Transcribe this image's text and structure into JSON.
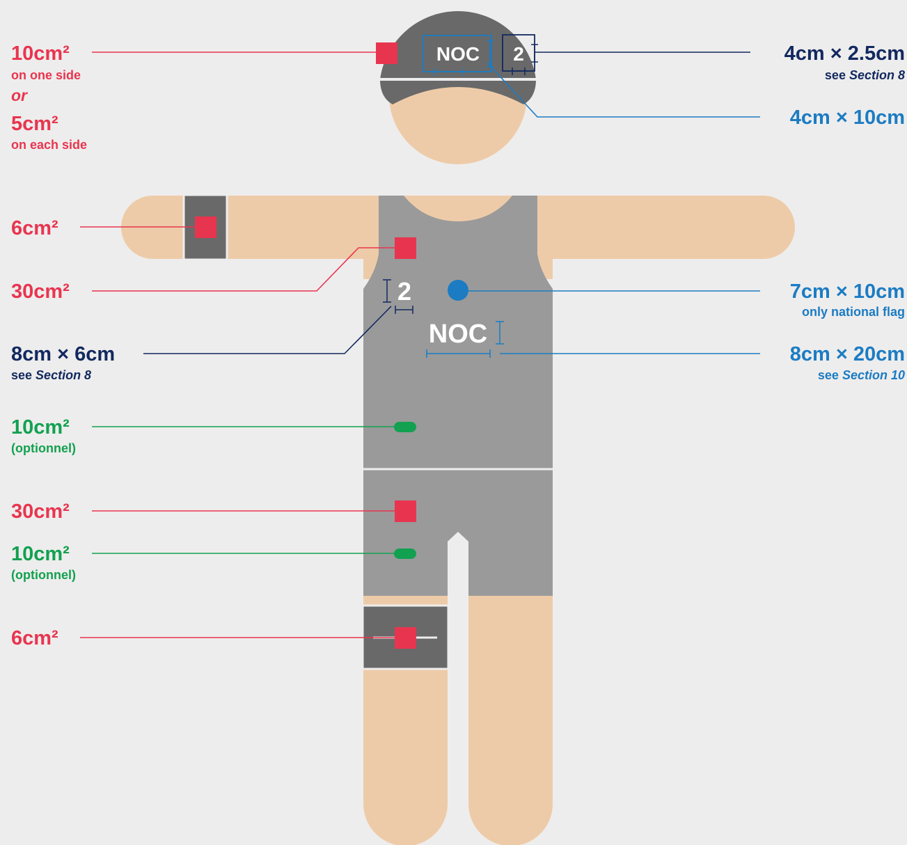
{
  "colors": {
    "background": "#eeeded",
    "skin": "#eecba8",
    "garment": "#9a9a9a",
    "dark_garment": "#696969",
    "red": "#e8354f",
    "green": "#12a150",
    "navy": "#12295f",
    "blue": "#1b7cc3"
  },
  "figure_text": {
    "cap_noc": "NOC",
    "cap_number": "2",
    "chest_number": "2",
    "chest_noc": "NOC"
  },
  "labels": {
    "cap_left": {
      "value_a": "10cm²",
      "note_a": "on one side",
      "or": "or",
      "value_b": "5cm²",
      "note_b": "on each side"
    },
    "cap_number": {
      "value": "4cm × 2.5cm",
      "note_prefix": "see ",
      "note_section": "Section 8"
    },
    "cap_noc": {
      "value": "4cm × 10cm"
    },
    "arm": {
      "value": "6cm²"
    },
    "chest_logo": {
      "value": "30cm²"
    },
    "flag": {
      "value": "7cm × 10cm",
      "note": "only national flag"
    },
    "chest_number": {
      "value": "8cm × 6cm",
      "note_prefix": "see ",
      "note_section": "Section 8"
    },
    "chest_noc": {
      "value": "8cm × 20cm",
      "note_prefix": "see ",
      "note_section": "Section 10"
    },
    "waist_optional": {
      "value": "10cm²",
      "note": "(optionnel)"
    },
    "shorts_logo": {
      "value": "30cm²"
    },
    "shorts_optional": {
      "value": "10cm²",
      "note": "(optionnel)"
    },
    "leg": {
      "value": "6cm²"
    }
  }
}
